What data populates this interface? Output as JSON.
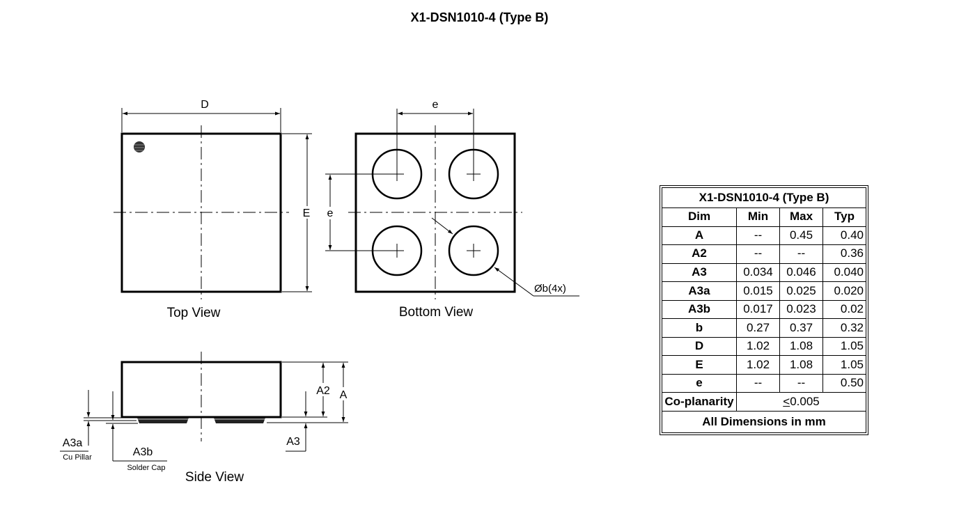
{
  "title": "X1-DSN1010-4 (Type B)",
  "views": {
    "top": {
      "caption": "Top View",
      "dim_width": "D",
      "dim_height": "E"
    },
    "bottom": {
      "caption": "Bottom View",
      "dim_pitch_h": "e",
      "dim_pitch_v": "e",
      "ball_callout": "Øb(4x)"
    },
    "side": {
      "caption": "Side View",
      "dim_a2": "A2",
      "dim_a": "A",
      "dim_a3": "A3",
      "dim_a3a": "A3a",
      "dim_a3a_note": "Cu Pillar",
      "dim_a3b": "A3b",
      "dim_a3b_note": "Solder Cap"
    }
  },
  "table": {
    "title": "X1-DSN1010-4 (Type B)",
    "headers": [
      "Dim",
      "Min",
      "Max",
      "Typ"
    ],
    "rows": [
      [
        "A",
        "--",
        "0.45",
        "0.40"
      ],
      [
        "A2",
        "--",
        "--",
        "0.36"
      ],
      [
        "A3",
        "0.034",
        "0.046",
        "0.040"
      ],
      [
        "A3a",
        "0.015",
        "0.025",
        "0.020"
      ],
      [
        "A3b",
        "0.017",
        "0.023",
        "0.02"
      ],
      [
        "b",
        "0.27",
        "0.37",
        "0.32"
      ],
      [
        "D",
        "1.02",
        "1.08",
        "1.05"
      ],
      [
        "E",
        "1.02",
        "1.08",
        "1.05"
      ],
      [
        "e",
        "--",
        "--",
        "0.50"
      ]
    ],
    "coplanarity_label": "Co-planarity",
    "coplanarity_symbol": "<",
    "coplanarity_value": "0.005",
    "footer": "All Dimensions in mm"
  }
}
